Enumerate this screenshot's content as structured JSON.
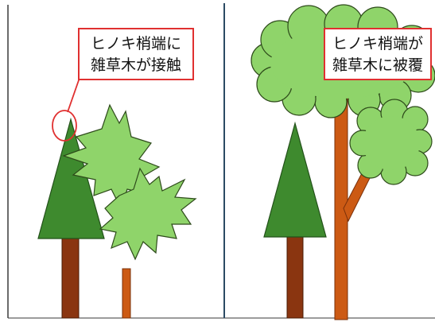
{
  "panels": {
    "left": {
      "caption": {
        "line1": "ヒノキ梢端に",
        "line2": "雑草木が接触"
      }
    },
    "right": {
      "caption": {
        "line1": "ヒノキ梢端が",
        "line2": "雑草木に被覆"
      }
    }
  },
  "colors": {
    "conifer": "#3e8a2e",
    "conifer_trunk": "#8a3510",
    "broadleaf_light": "#8fd46a",
    "broadleaf_trunk": "#cc5a14",
    "callout_border": "#e03030",
    "divider": "#2b4a63",
    "outline": "#2d4a1a"
  }
}
